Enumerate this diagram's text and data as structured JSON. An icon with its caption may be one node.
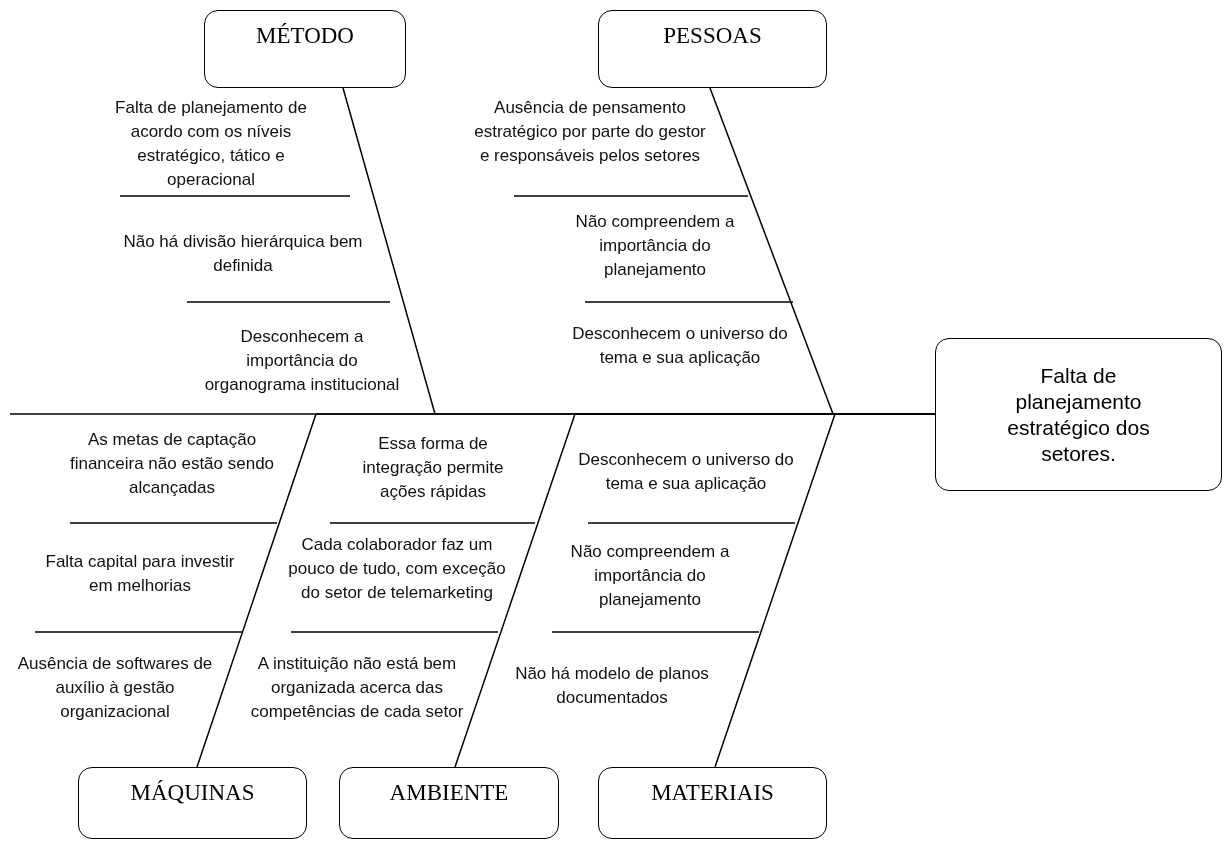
{
  "diagram": {
    "nodes": [
      {
        "text": [
          "MÉTODO"
        ]
      },
      {
        "text": [
          "PESSOAS"
        ]
      },
      {
        "text": [
          "Falta de planejamento estratégico dos setores."
        ]
      },
      {
        "text": [
          "MÁQUINAS"
        ]
      },
      {
        "text": [
          "AMBIENTE"
        ]
      },
      {
        "text": [
          "MATERIAIS"
        ]
      }
    ],
    "edges": [
      {
        "from": 0,
        "to": 2,
        "arrow": "none"
      },
      {
        "from": 1,
        "to": 2,
        "arrow": "none"
      },
      {
        "from": 3,
        "to": 2,
        "arrow": "none"
      },
      {
        "from": 4,
        "to": 2,
        "arrow": "none"
      },
      {
        "from": 5,
        "to": 2,
        "arrow": "none"
      }
    ],
    "labels": [
      "Falta de planejamento de acordo com os níveis estratégico, tático e operacional",
      "Não há divisão hierárquica bem definida",
      "Desconhecem a importância do organograma institucional",
      "Ausência de pensamento estratégico por parte do gestor e responsáveis pelos setores",
      "Não compreendem a importância do planejamento",
      "Desconhecem o universo do tema e sua aplicação",
      "As metas de captação financeira não estão sendo alcançadas",
      "Falta capital para investir em melhorias",
      "Ausência de softwares de auxílio à gestão organizacional",
      "Essa forma de integração permite ações rápidas",
      "Cada colaborador faz um pouco de tudo, com exceção do setor de telemarketing",
      "A instituição não está bem organizada acerca das competências de cada setor",
      "Desconhecem o universo do tema e sua aplicação",
      "Não compreendem a importância do planejamento",
      "Não há modelo de planos documentados"
    ]
  }
}
